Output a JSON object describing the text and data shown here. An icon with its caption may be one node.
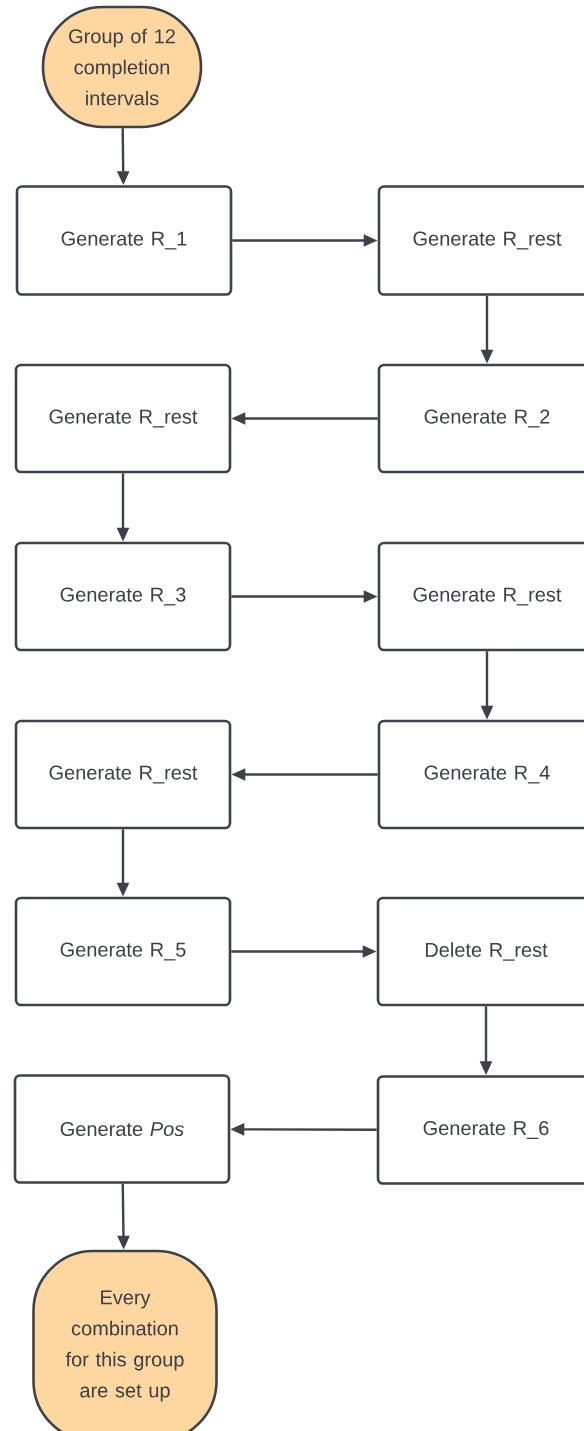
{
  "diagram": {
    "nodes": [
      {
        "text": [
          "Group of 12 completion intervals"
        ]
      },
      {
        "text": [
          "Generate R_1"
        ]
      },
      {
        "text": [
          "Generate R_rest"
        ]
      },
      {
        "text": [
          "Generate R_2"
        ]
      },
      {
        "text": [
          "Generate R_rest"
        ]
      },
      {
        "text": [
          "Generate R_3"
        ]
      },
      {
        "text": [
          "Generate R_rest"
        ]
      },
      {
        "text": [
          "Generate R_4"
        ]
      },
      {
        "text": [
          "Generate R_rest"
        ]
      },
      {
        "text": [
          "Generate R_5"
        ]
      },
      {
        "text": [
          "Delete R_rest"
        ]
      },
      {
        "text": [
          "Generate R_6"
        ]
      },
      {
        "text": [
          "Generate *Pos*"
        ]
      },
      {
        "text": [
          "Every combination for this group are set up"
        ]
      }
    ],
    "edges": [
      {
        "from": 0,
        "to": 1,
        "arrow": "to"
      },
      {
        "from": 1,
        "to": 2,
        "arrow": "to"
      },
      {
        "from": 2,
        "to": 3,
        "arrow": "to"
      },
      {
        "from": 3,
        "to": 4,
        "arrow": "to"
      },
      {
        "from": 4,
        "to": 5,
        "arrow": "to"
      },
      {
        "from": 5,
        "to": 6,
        "arrow": "to"
      },
      {
        "from": 6,
        "to": 7,
        "arrow": "to"
      },
      {
        "from": 7,
        "to": 8,
        "arrow": "to"
      },
      {
        "from": 8,
        "to": 9,
        "arrow": "to"
      },
      {
        "from": 9,
        "to": 10,
        "arrow": "to"
      },
      {
        "from": 10,
        "to": 11,
        "arrow": "to"
      },
      {
        "from": 11,
        "to": 12,
        "arrow": "to"
      },
      {
        "from": 12,
        "to": 13,
        "arrow": "to"
      }
    ]
  }
}
